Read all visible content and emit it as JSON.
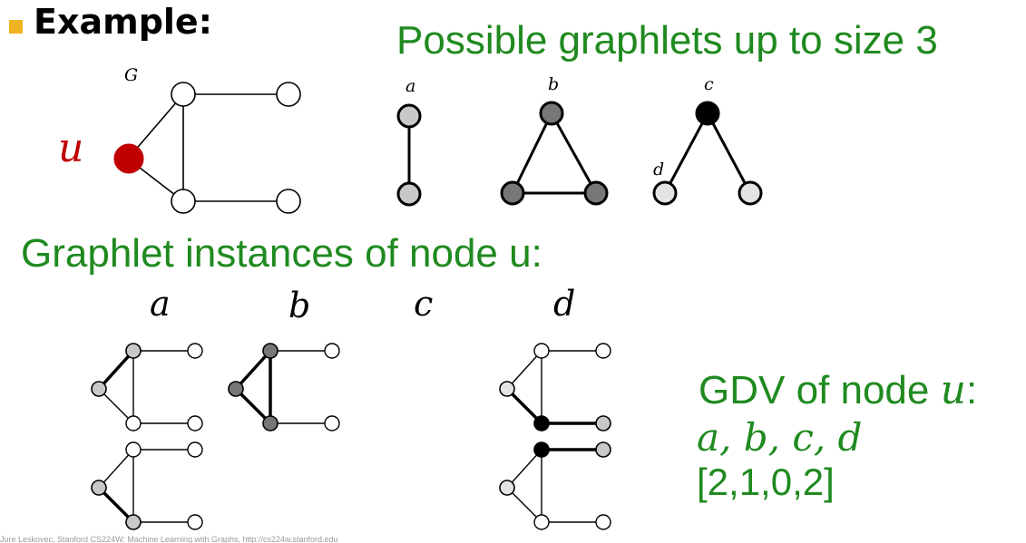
{
  "heading": "Example:",
  "possible_title": "Possible graphlets up to size 3",
  "instances_title": "Graphlet instances of node u:",
  "gdv_prefix": "GDV of node ",
  "gdv_var": "u",
  "gdv_suffix": ":",
  "gdv_letters": "a, b, c, d",
  "gdv_vector": "[2,1,0,2]",
  "graph_label": "G",
  "node_label": "u",
  "graphlet_labels": [
    "a",
    "b",
    "c",
    "d"
  ],
  "instance_labels": [
    "a",
    "b",
    "c",
    "d"
  ],
  "footer_text": "Jure Leskovec, Stanford CS224W: Machine Learning with Graphs, http://cs224w.stanford.edu",
  "colors": {
    "green_text": "#1f8a1f",
    "highlight_node": "#c00000",
    "bullet": "#f0b323",
    "orbit_light": "#c8c8c8",
    "orbit_dark": "#777777",
    "orbit_black": "#000000",
    "orbit_pale": "#e4e4e4"
  }
}
